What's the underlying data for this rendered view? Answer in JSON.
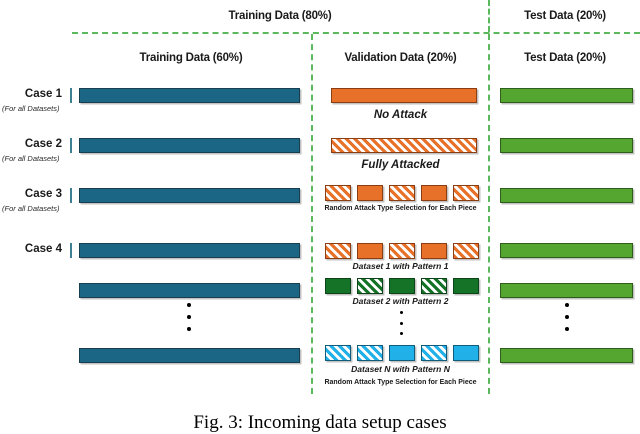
{
  "figure": {
    "caption": "Fig. 3: Incoming data setup cases",
    "top_header": "Training Data (80%)",
    "top_header_right": "Test Data (20%)",
    "columns": [
      {
        "id": "training",
        "label": "Training Data (60%)"
      },
      {
        "id": "validation",
        "label": "Validation Data (20%)"
      },
      {
        "id": "test",
        "label": "Test Data (20%)"
      }
    ],
    "cases": [
      {
        "id": "case-1",
        "label": "Case 1",
        "sublabel": "(For all Datasets)",
        "annotation": "No Attack"
      },
      {
        "id": "case-2",
        "label": "Case 2",
        "sublabel": "(For all Datasets)",
        "annotation": "Fully Attacked"
      },
      {
        "id": "case-3",
        "label": "Case 3",
        "sublabel": "(For all Datasets)",
        "annotation": "Random Attack Type Selection for Each Piece"
      },
      {
        "id": "case-4",
        "label": "Case 4",
        "sublabel": "",
        "annotation": "Random Attack Type Selection for Each Piece",
        "dataset_rows": [
          {
            "label": "Dataset 1 with Pattern 1"
          },
          {
            "label": "Dataset 2 with Pattern 2"
          },
          {
            "label": "Dataset N with Pattern N"
          }
        ]
      }
    ],
    "colors": {
      "training_bar": "#1b6585",
      "validation_bar": "#e8712a",
      "test_bar": "#55a630",
      "dataset2_bar": "#147326",
      "datasetN_bar": "#22b0e8",
      "divider": "#5cb85c"
    }
  }
}
